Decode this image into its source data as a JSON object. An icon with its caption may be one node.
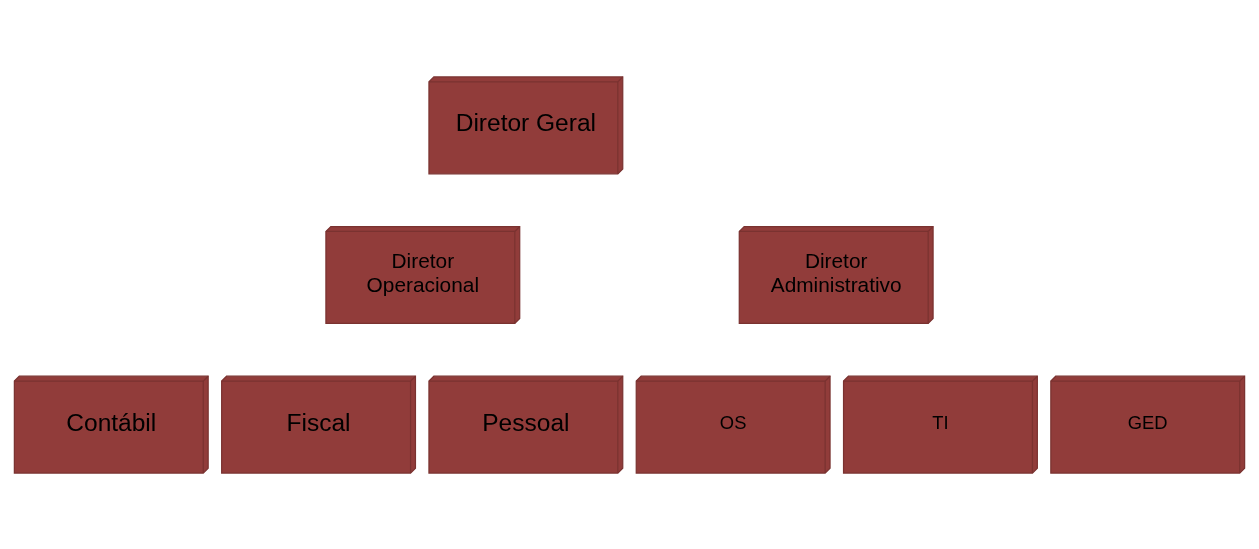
{
  "diagram": {
    "nodes": [
      {
        "text": [
          "Diretor Geral"
        ]
      },
      {
        "text": [
          "Diretor Operacional"
        ]
      },
      {
        "text": [
          "Diretor Administrativo"
        ]
      },
      {
        "text": [
          "Contábil"
        ]
      },
      {
        "text": [
          "Fiscal"
        ]
      },
      {
        "text": [
          "Pessoal"
        ]
      },
      {
        "text": [
          "OS"
        ]
      },
      {
        "text": [
          "TI"
        ]
      },
      {
        "text": [
          "GED"
        ]
      }
    ]
  }
}
